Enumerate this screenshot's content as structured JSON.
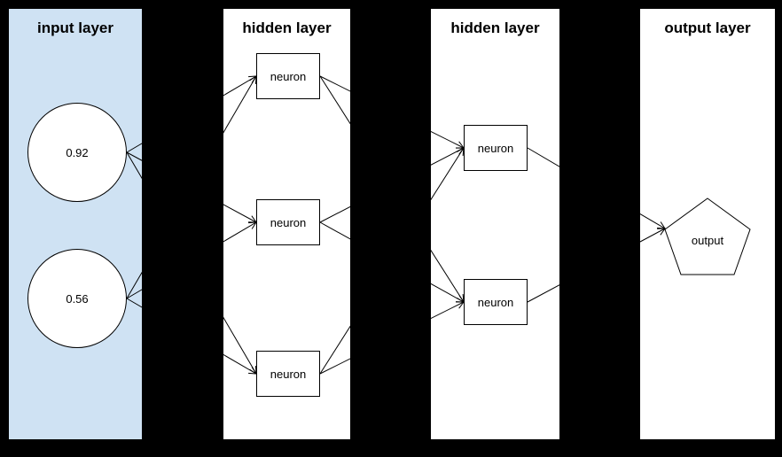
{
  "diagram": {
    "background_color": "#000000",
    "edge_color": "#000000",
    "node_fill": "#ffffff",
    "node_border_color": "#000000",
    "layers": [
      {
        "id": "input",
        "title": "input layer",
        "panel_color": "#cfe2f3"
      },
      {
        "id": "hidden1",
        "title": "hidden layer",
        "panel_color": "#ffffff"
      },
      {
        "id": "hidden2",
        "title": "hidden layer",
        "panel_color": "#ffffff"
      },
      {
        "id": "output",
        "title": "output layer",
        "panel_color": "#ffffff"
      }
    ],
    "nodes": {
      "input1": {
        "label": "0.92",
        "shape": "circle",
        "layer": "input"
      },
      "input2": {
        "label": "0.56",
        "shape": "circle",
        "layer": "input"
      },
      "h1n1": {
        "label": "neuron",
        "shape": "rect",
        "layer": "hidden1"
      },
      "h1n2": {
        "label": "neuron",
        "shape": "rect",
        "layer": "hidden1"
      },
      "h1n3": {
        "label": "neuron",
        "shape": "rect",
        "layer": "hidden1"
      },
      "h2n1": {
        "label": "neuron",
        "shape": "rect",
        "layer": "hidden2"
      },
      "h2n2": {
        "label": "neuron",
        "shape": "rect",
        "layer": "hidden2"
      },
      "out1": {
        "label": "output",
        "shape": "pentagon",
        "layer": "output"
      }
    },
    "edges": [
      {
        "from": "input1",
        "to": "h1n1"
      },
      {
        "from": "input1",
        "to": "h1n2"
      },
      {
        "from": "input1",
        "to": "h1n3"
      },
      {
        "from": "input2",
        "to": "h1n1"
      },
      {
        "from": "input2",
        "to": "h1n2"
      },
      {
        "from": "input2",
        "to": "h1n3"
      },
      {
        "from": "h1n1",
        "to": "h2n1"
      },
      {
        "from": "h1n1",
        "to": "h2n2"
      },
      {
        "from": "h1n2",
        "to": "h2n1"
      },
      {
        "from": "h1n2",
        "to": "h2n2"
      },
      {
        "from": "h1n3",
        "to": "h2n1"
      },
      {
        "from": "h1n3",
        "to": "h2n2"
      },
      {
        "from": "h2n1",
        "to": "out1"
      },
      {
        "from": "h2n2",
        "to": "out1"
      }
    ]
  }
}
